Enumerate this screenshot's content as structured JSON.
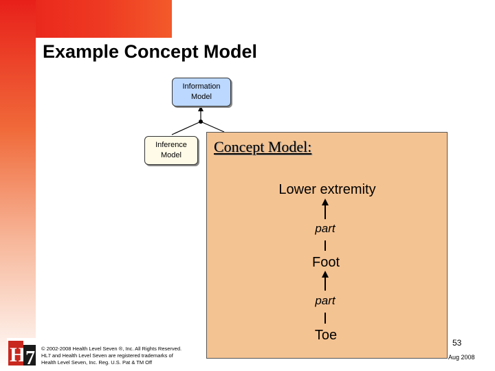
{
  "slide": {
    "title": "Example Concept Model",
    "nodes": {
      "information_model": [
        "Information",
        "Model"
      ],
      "inference_model": [
        "Inference",
        "Model"
      ]
    },
    "panel": {
      "heading": "Concept Model:",
      "terms": [
        "Lower extremity",
        "Foot",
        "Toe"
      ],
      "relations": [
        "part",
        "part"
      ]
    },
    "footer": {
      "copyright_lines": [
        "© 2002-2008 Health Level Seven ®, Inc. All Rights Reserved.",
        "HL7 and Health Level Seven are registered trademarks of",
        "Health Level Seven, Inc. Reg. U.S. Pat & TM Off"
      ],
      "logo_text": "HL7",
      "page_number": "53",
      "date": "Aug 2008"
    },
    "colors": {
      "accent_red": "#e8201a",
      "node_blue": "#bcd8ff",
      "panel_peach": "#f4c392"
    }
  }
}
